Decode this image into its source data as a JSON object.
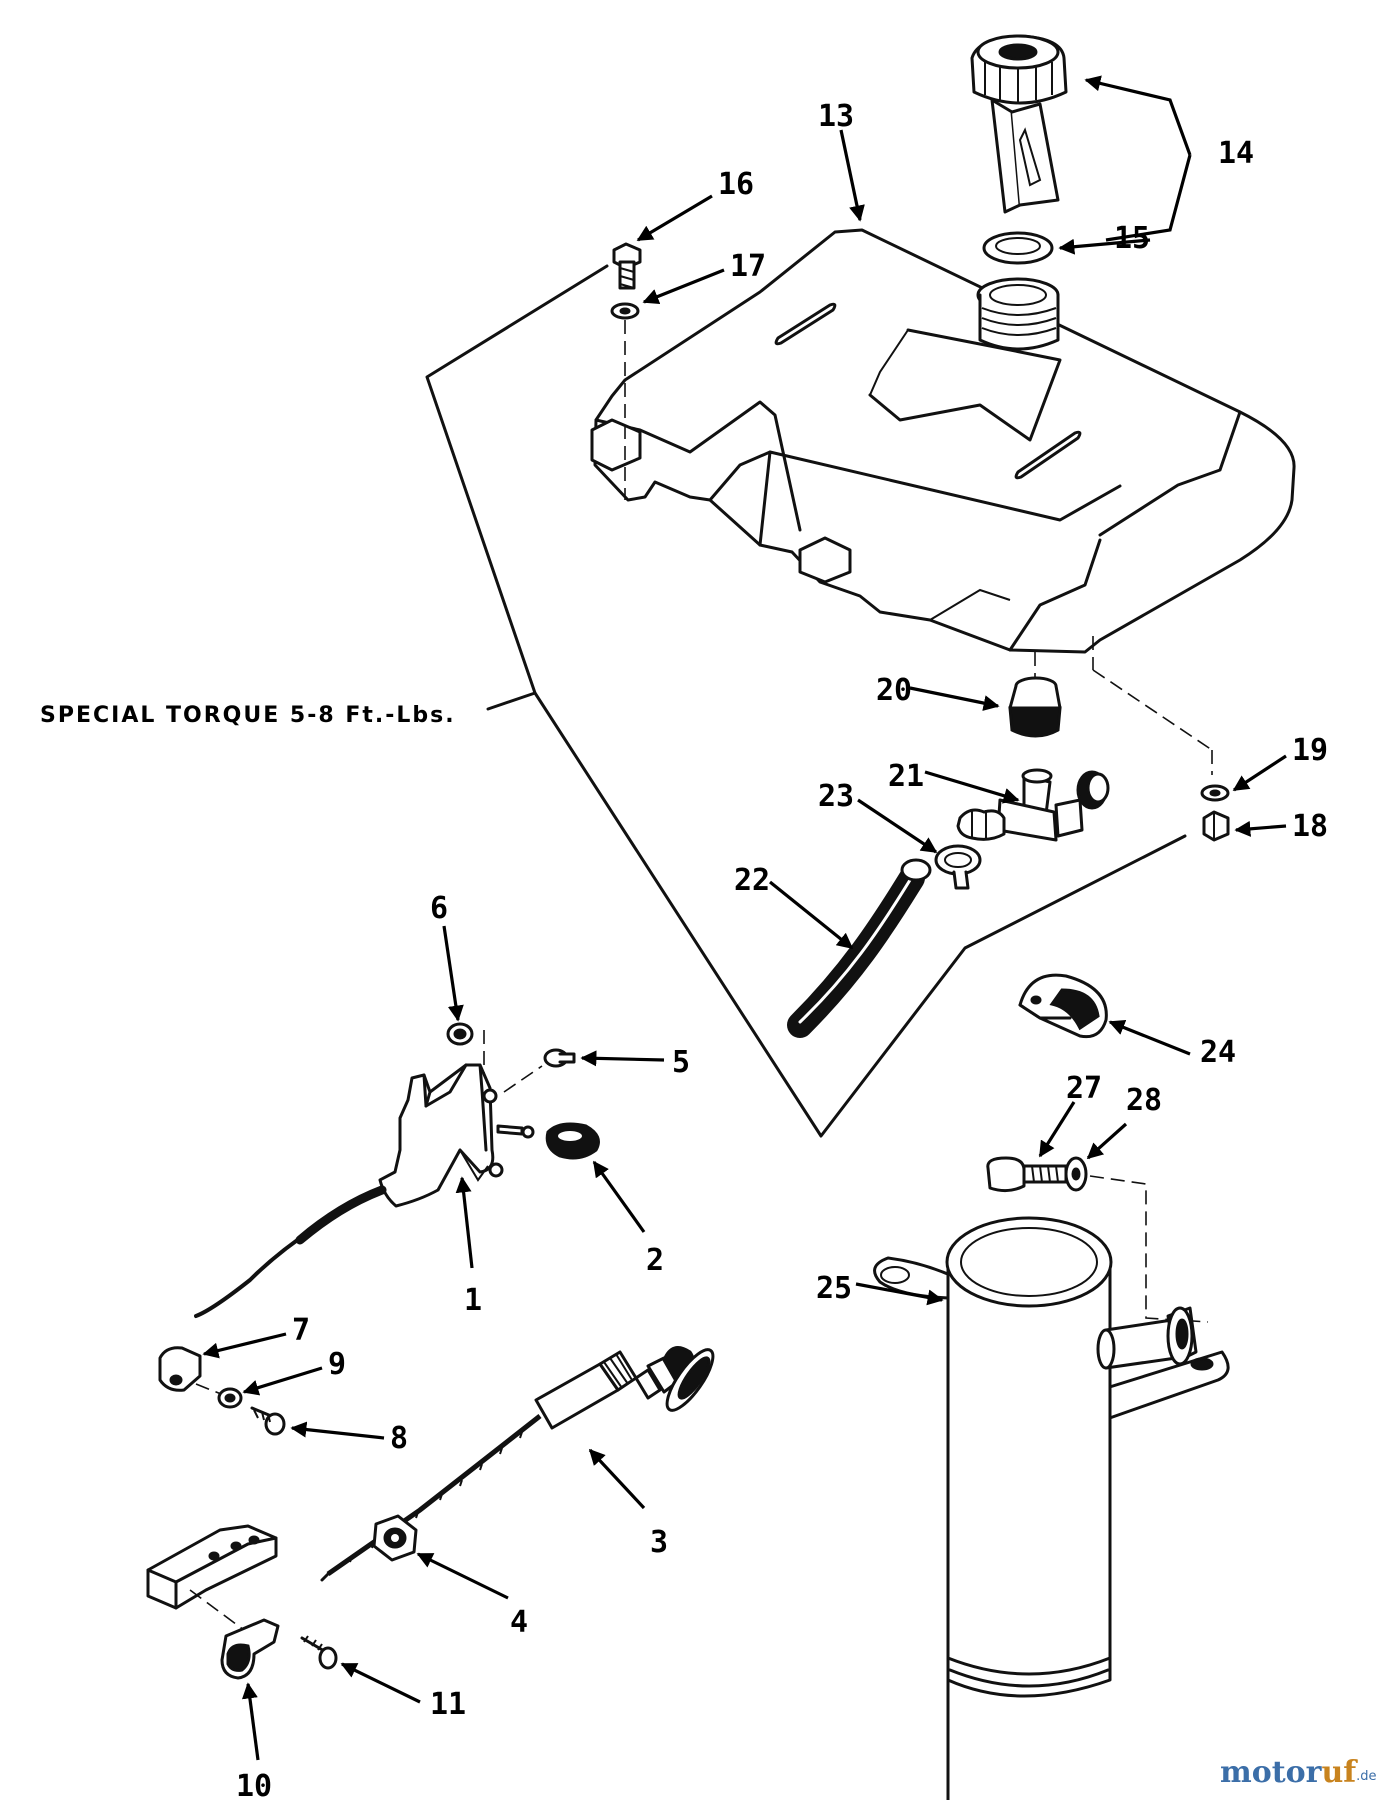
{
  "note": "SPECIAL TORQUE 5-8 Ft.-Lbs.",
  "callouts": {
    "c1": "1",
    "c2": "2",
    "c3": "3",
    "c4": "4",
    "c5": "5",
    "c6": "6",
    "c7": "7",
    "c8": "8",
    "c9": "9",
    "c10": "10",
    "c11": "11",
    "c13": "13",
    "c14": "14",
    "c15": "15",
    "c16": "16",
    "c17": "17",
    "c18": "18",
    "c19": "19",
    "c20": "20",
    "c21": "21",
    "c22": "22",
    "c23": "23",
    "c24": "24",
    "c25": "25",
    "c27": "27",
    "c28": "28"
  },
  "watermark": {
    "brand_a": "motor",
    "brand_b": "uf",
    "suffix": ".de"
  }
}
